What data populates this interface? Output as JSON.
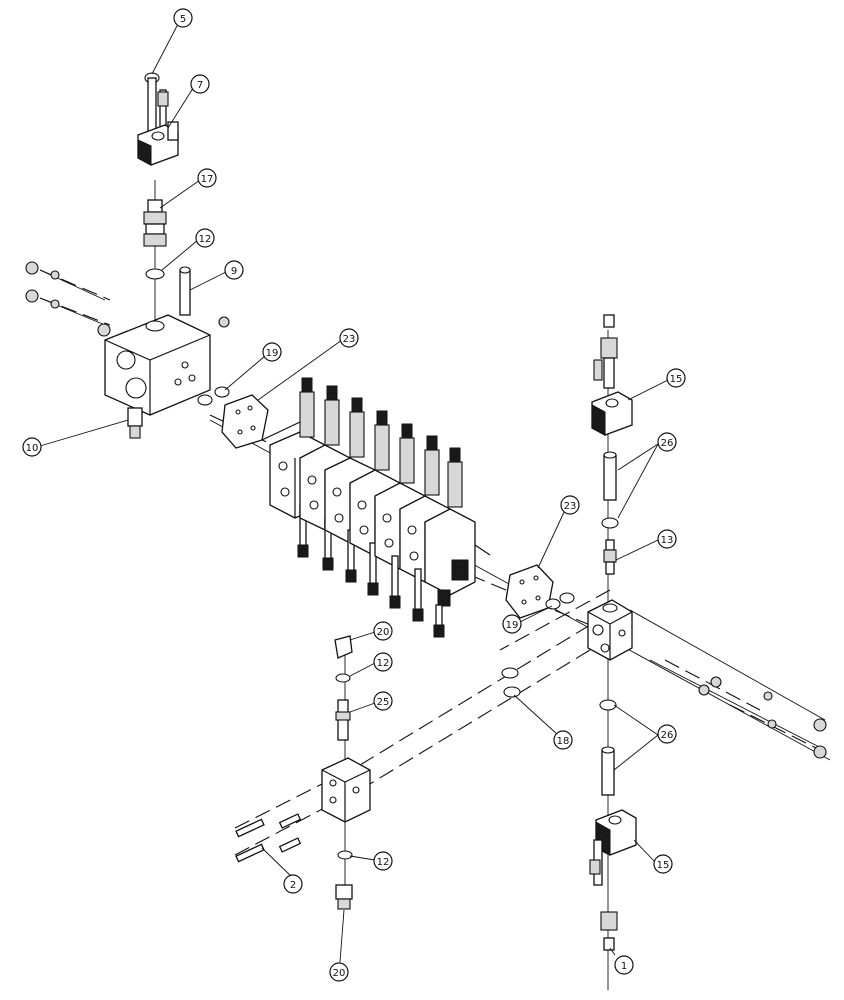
{
  "callouts": [
    {
      "id": "c5",
      "label": "5"
    },
    {
      "id": "c7",
      "label": "7"
    },
    {
      "id": "c17",
      "label": "17"
    },
    {
      "id": "c12a",
      "label": "12"
    },
    {
      "id": "c9",
      "label": "9"
    },
    {
      "id": "c19a",
      "label": "19"
    },
    {
      "id": "c23a",
      "label": "23"
    },
    {
      "id": "c10",
      "label": "10"
    },
    {
      "id": "c15a",
      "label": "15"
    },
    {
      "id": "c26a",
      "label": "26"
    },
    {
      "id": "c13",
      "label": "13"
    },
    {
      "id": "c23b",
      "label": "23"
    },
    {
      "id": "c19b",
      "label": "19"
    },
    {
      "id": "c20a",
      "label": "20"
    },
    {
      "id": "c12b",
      "label": "12"
    },
    {
      "id": "c25",
      "label": "25"
    },
    {
      "id": "c18",
      "label": "18"
    },
    {
      "id": "c26b",
      "label": "26"
    },
    {
      "id": "c15b",
      "label": "15"
    },
    {
      "id": "c12c",
      "label": "12"
    },
    {
      "id": "c2",
      "label": "2"
    },
    {
      "id": "c20b",
      "label": "20"
    },
    {
      "id": "c1",
      "label": "1"
    }
  ]
}
